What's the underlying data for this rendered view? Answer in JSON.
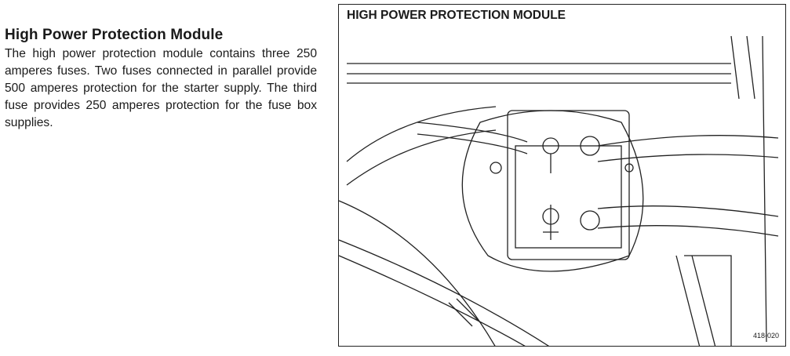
{
  "section": {
    "heading": "High Power Protection Module",
    "body": "The high power protection module contains three 250 amperes fuses. Two fuses connected in parallel provide 500 amperes protection for the starter supply. The third fuse provides 250 amperes protection for the fuse box supplies."
  },
  "figure": {
    "title": "HIGH POWER PROTECTION MODULE",
    "reference": "418-020"
  }
}
